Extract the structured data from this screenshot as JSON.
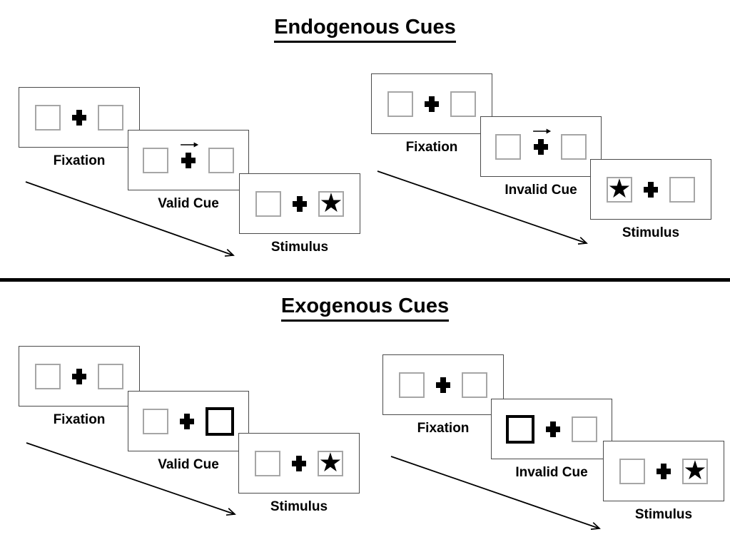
{
  "slide": {
    "background": "#ffffff"
  },
  "colors": {
    "panel_border": "#4a4a4a",
    "box_border": "#a6a6a6",
    "cue_box_border": "#000000",
    "text": "#000000",
    "divider": "#000000",
    "arrow": "#000000"
  },
  "glyphs": {
    "star": "★"
  },
  "sections": [
    {
      "title": "Endogenous Cues",
      "sequences": [
        {
          "name": "valid-trial",
          "cue_kind": "central-arrow",
          "panels": [
            {
              "label": "Fixation",
              "type": "fixation"
            },
            {
              "label": "Valid Cue",
              "type": "arrow-cue",
              "cue_direction": "right"
            },
            {
              "label": "Stimulus",
              "type": "stimulus",
              "star_position": "right"
            }
          ]
        },
        {
          "name": "invalid-trial",
          "cue_kind": "central-arrow",
          "panels": [
            {
              "label": "Fixation",
              "type": "fixation"
            },
            {
              "label": "Invalid Cue",
              "type": "arrow-cue",
              "cue_direction": "right"
            },
            {
              "label": "Stimulus",
              "type": "stimulus",
              "star_position": "left"
            }
          ]
        }
      ]
    },
    {
      "title": "Exogenous Cues",
      "sequences": [
        {
          "name": "valid-trial",
          "cue_kind": "peripheral-box-highlight",
          "panels": [
            {
              "label": "Fixation",
              "type": "fixation"
            },
            {
              "label": "Valid Cue",
              "type": "box-cue",
              "cue_position": "right"
            },
            {
              "label": "Stimulus",
              "type": "stimulus",
              "star_position": "right"
            }
          ]
        },
        {
          "name": "invalid-trial",
          "cue_kind": "peripheral-box-highlight",
          "panels": [
            {
              "label": "Fixation",
              "type": "fixation"
            },
            {
              "label": "Invalid Cue",
              "type": "box-cue",
              "cue_position": "left"
            },
            {
              "label": "Stimulus",
              "type": "stimulus",
              "star_position": "right"
            }
          ]
        }
      ]
    }
  ]
}
